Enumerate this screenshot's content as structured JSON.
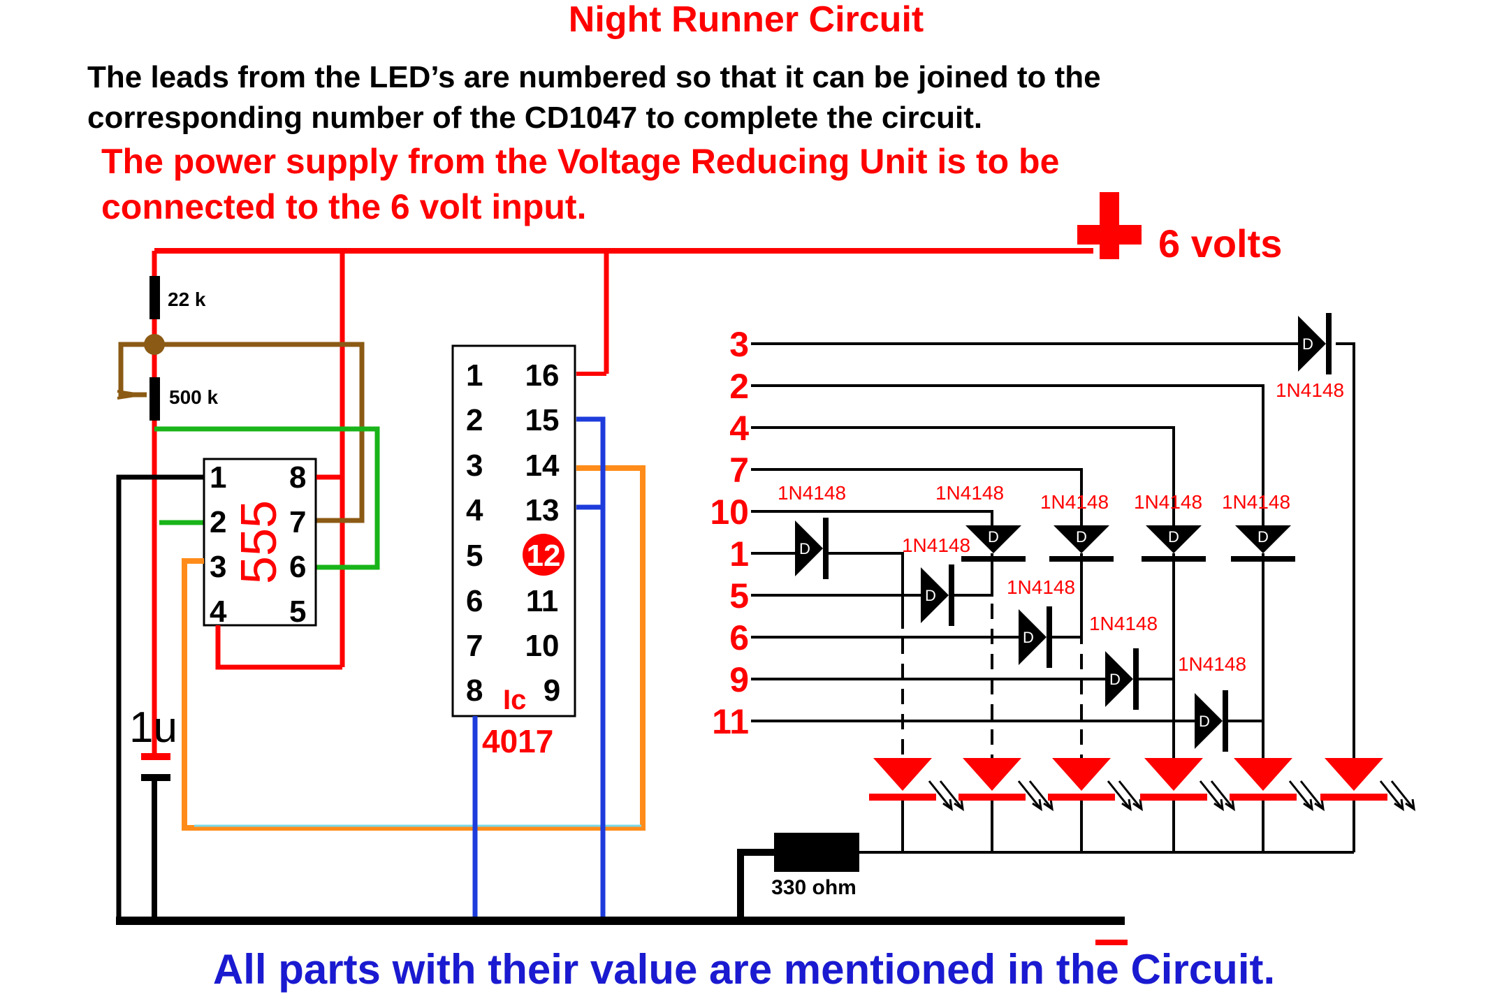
{
  "title": "Night Runner Circuit",
  "note_black_1": "The leads from the LED’s are numbered so that it can be joined to the",
  "note_black_2": "corresponding number of the CD1047 to complete the circuit.",
  "note_red_1": "The power supply from the Voltage Reducing Unit is to be",
  "note_red_2": "connected to the 6 volt input.",
  "supply_label": "6 volts",
  "resistor_22k": "22 k",
  "pot_500k": "500 k",
  "cap_label": "1u",
  "ic555": {
    "name": "555",
    "pins": [
      {
        "n": "1",
        "side": "left"
      },
      {
        "n": "2",
        "side": "left"
      },
      {
        "n": "3",
        "side": "left"
      },
      {
        "n": "4",
        "side": "left"
      },
      {
        "n": "8",
        "side": "right"
      },
      {
        "n": "7",
        "side": "right"
      },
      {
        "n": "6",
        "side": "right"
      },
      {
        "n": "5",
        "side": "right"
      }
    ]
  },
  "ic4017": {
    "prefix": "Ic",
    "name": "4017",
    "left_pins": [
      "1",
      "2",
      "3",
      "4",
      "5",
      "6",
      "7",
      "8"
    ],
    "right_pins": [
      "16",
      "15",
      "14",
      "13",
      "12",
      "11",
      "10",
      "9"
    ],
    "highlight_pin": "12"
  },
  "lead_numbers": [
    "3",
    "2",
    "4",
    "7",
    "10",
    "1",
    "5",
    "6",
    "9",
    "11"
  ],
  "diode_label": "1N4148",
  "resistor_330": "330 ohm",
  "footer": "All parts with their value are mentioned in the Circuit.",
  "colors": {
    "red": "#ff0000",
    "black": "#000000",
    "brown": "#8b5a14",
    "green": "#19b419",
    "blue": "#1e3cdc",
    "orange": "#ff8c1a",
    "footer_blue": "#1a1ad0"
  }
}
